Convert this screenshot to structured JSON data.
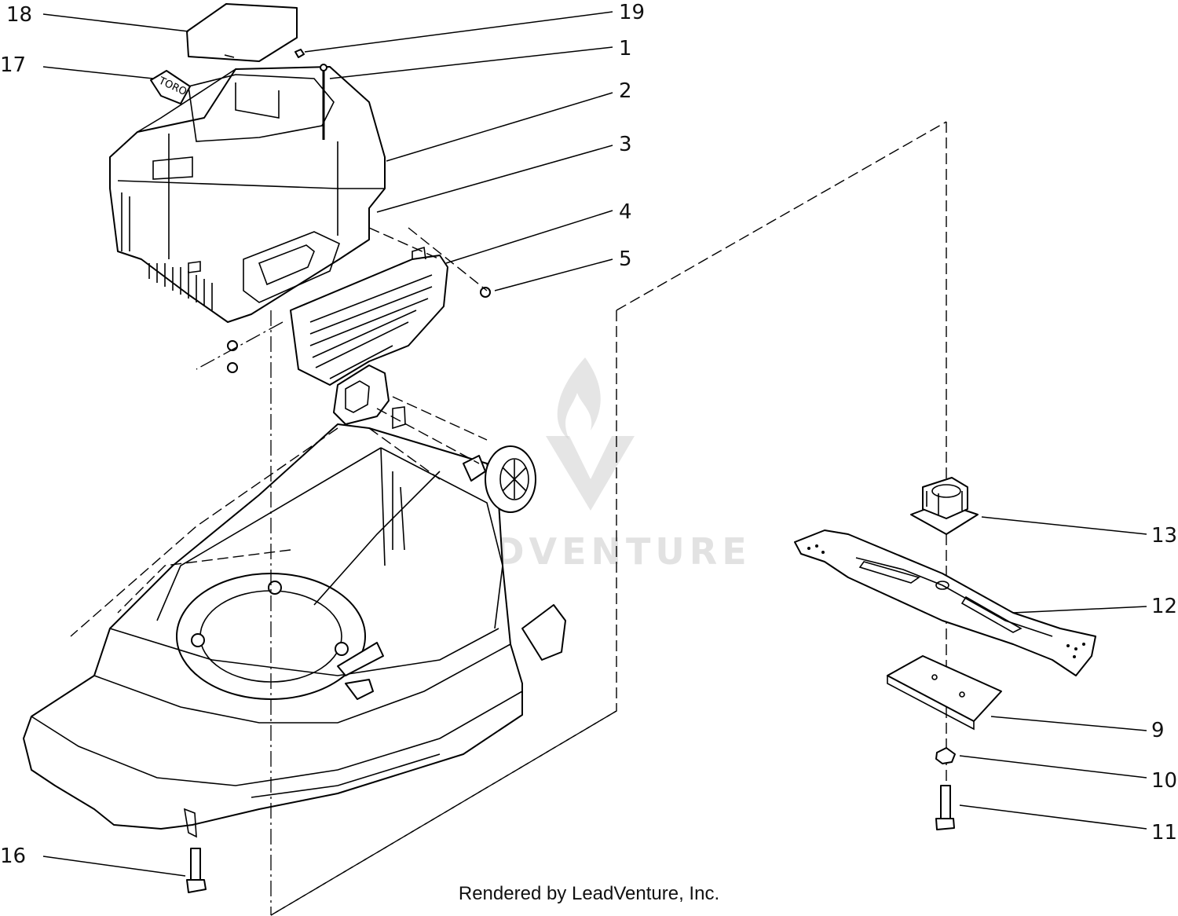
{
  "callouts": {
    "c1": "1",
    "c2": "2",
    "c3": "3",
    "c4": "4",
    "c5": "5",
    "c9": "9",
    "c10": "10",
    "c11": "11",
    "c12": "12",
    "c13": "13",
    "c16": "16",
    "c17": "17",
    "c18": "18",
    "c19": "19"
  },
  "decal_brand": "TORO",
  "watermark": "LEADVENTURE",
  "footer": "Rendered by LeadVenture, Inc."
}
